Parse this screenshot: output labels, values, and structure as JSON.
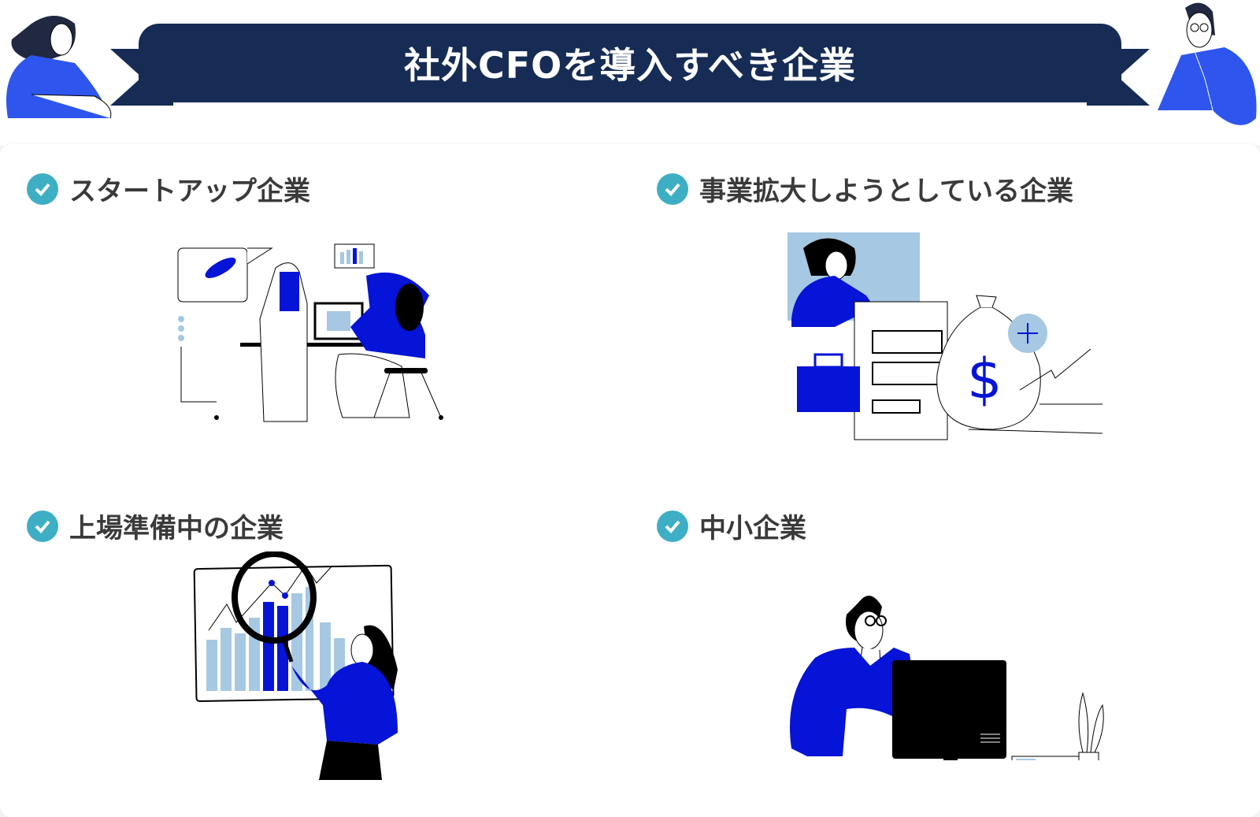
{
  "banner": {
    "title": "社外CFOを導入すべき企業"
  },
  "items": [
    {
      "label": "スタートアップ企業"
    },
    {
      "label": "事業拡大しようとしている企業"
    },
    {
      "label": "上場準備中の企業"
    },
    {
      "label": "中小企業"
    }
  ],
  "colors": {
    "banner": "#162c55",
    "check": "#3eaec4",
    "accent": "#0514d6",
    "light": "#a6c8e2"
  }
}
